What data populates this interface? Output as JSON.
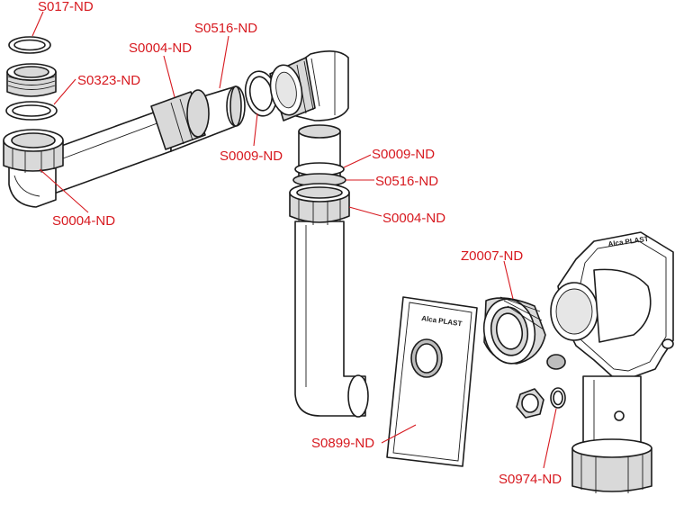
{
  "labels": {
    "s017_top": "S017-ND",
    "s0004_upper": "S0004-ND",
    "s0516_upper": "S0516-ND",
    "s0323": "S0323-ND",
    "s0009_left": "S0009-ND",
    "s0009_right": "S0009-ND",
    "s0516_right": "S0516-ND",
    "s0004_right": "S0004-ND",
    "s0004_lower": "S0004-ND",
    "z0007": "Z0007-ND",
    "s0899": "S0899-ND",
    "s0974": "S0974-ND"
  },
  "branding": {
    "plate_logo": "Alca PLAST",
    "body_logo": "Alca PLAST"
  },
  "colors": {
    "label": "#d7191f",
    "outline": "#1c1c1c",
    "part_fill": "#ffffff",
    "part_shade": "#d9d9d9"
  }
}
